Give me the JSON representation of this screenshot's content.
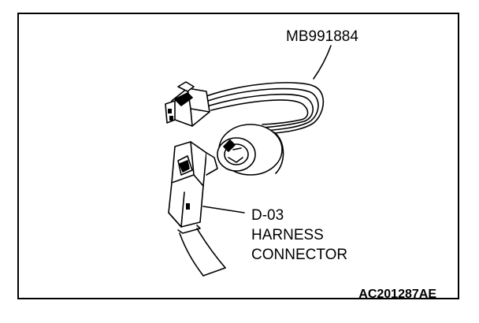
{
  "labels": {
    "tool": "MB991884",
    "connector_lines": [
      "D-03",
      "HARNESS",
      "CONNECTOR"
    ],
    "figure_code": "AC201287AE"
  },
  "colors": {
    "ink": "#000000",
    "paper": "#ffffff"
  }
}
